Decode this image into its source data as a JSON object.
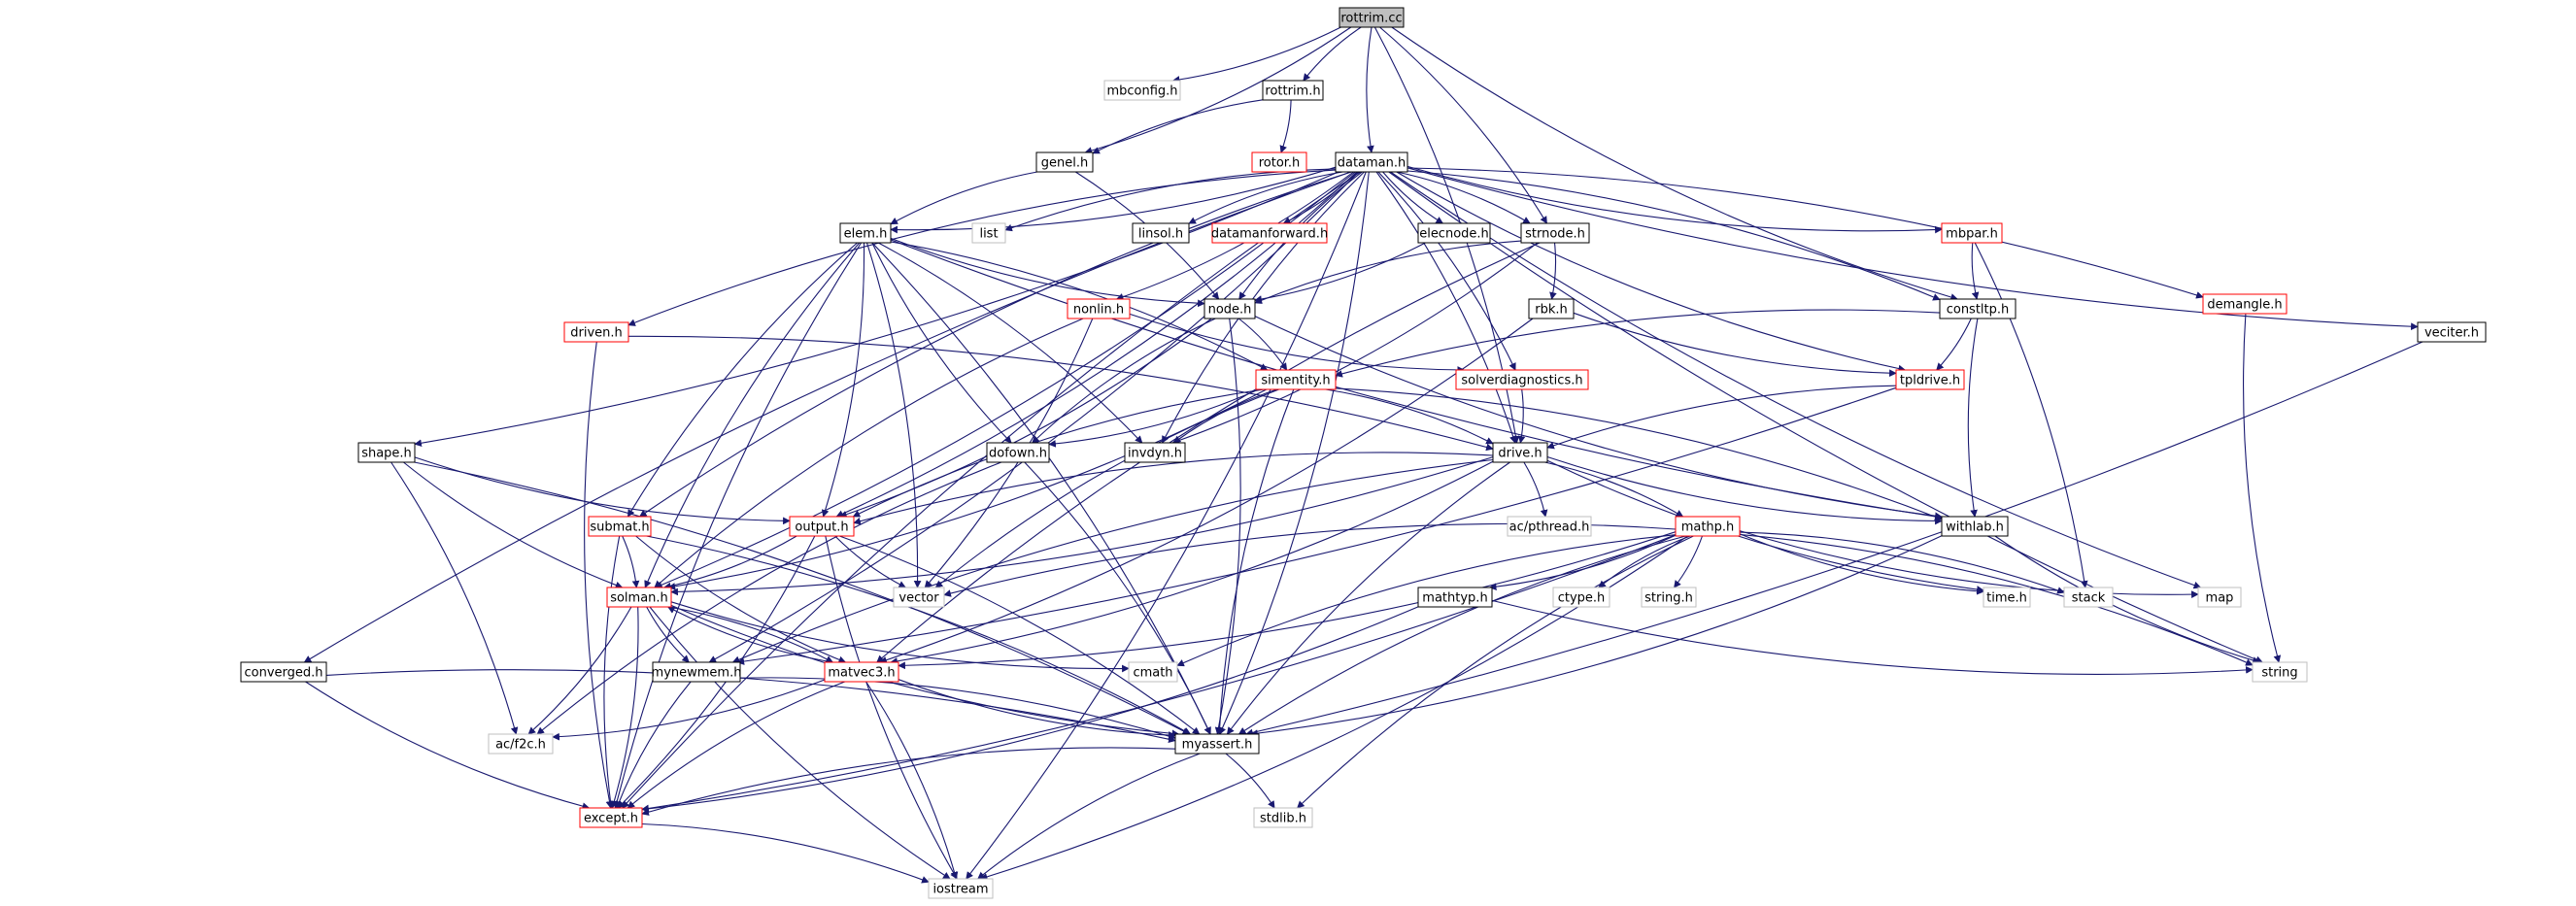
{
  "colors": {
    "edge": "#191970",
    "border_normal": "#000000",
    "border_red": "#ff0000",
    "border_gray": "#bfbfbf",
    "root_fill": "#bfbfbf"
  },
  "nodes": [
    {
      "id": "rottrim_cc",
      "label": "rottrim.cc",
      "style": "root"
    },
    {
      "id": "mbconfig_h",
      "label": "mbconfig.h",
      "style": "gray"
    },
    {
      "id": "rottrim_h",
      "label": "rottrim.h",
      "style": "normal"
    },
    {
      "id": "genel_h",
      "label": "genel.h",
      "style": "normal"
    },
    {
      "id": "rotor_h",
      "label": "rotor.h",
      "style": "red"
    },
    {
      "id": "dataman_h",
      "label": "dataman.h",
      "style": "normal"
    },
    {
      "id": "list",
      "label": "list",
      "style": "gray"
    },
    {
      "id": "elem_h",
      "label": "elem.h",
      "style": "normal"
    },
    {
      "id": "linsol_h",
      "label": "linsol.h",
      "style": "normal"
    },
    {
      "id": "datamanforward_h",
      "label": "datamanforward.h",
      "style": "red"
    },
    {
      "id": "elecnode_h",
      "label": "elecnode.h",
      "style": "normal"
    },
    {
      "id": "strnode_h",
      "label": "strnode.h",
      "style": "normal"
    },
    {
      "id": "mbpar_h",
      "label": "mbpar.h",
      "style": "red"
    },
    {
      "id": "demangle_h",
      "label": "demangle.h",
      "style": "red"
    },
    {
      "id": "veciter_h",
      "label": "veciter.h",
      "style": "normal"
    },
    {
      "id": "nonlin_h",
      "label": "nonlin.h",
      "style": "red"
    },
    {
      "id": "node_h",
      "label": "node.h",
      "style": "normal"
    },
    {
      "id": "rbk_h",
      "label": "rbk.h",
      "style": "normal"
    },
    {
      "id": "constltp_h",
      "label": "constltp.h",
      "style": "normal"
    },
    {
      "id": "driven_h",
      "label": "driven.h",
      "style": "red"
    },
    {
      "id": "simentity_h",
      "label": "simentity.h",
      "style": "red"
    },
    {
      "id": "solverdiagnostics_h",
      "label": "solverdiagnostics.h",
      "style": "red"
    },
    {
      "id": "tpldrive_h",
      "label": "tpldrive.h",
      "style": "red"
    },
    {
      "id": "shape_h",
      "label": "shape.h",
      "style": "normal"
    },
    {
      "id": "dofown_h",
      "label": "dofown.h",
      "style": "normal"
    },
    {
      "id": "invdyn_h",
      "label": "invdyn.h",
      "style": "normal"
    },
    {
      "id": "drive_h",
      "label": "drive.h",
      "style": "normal"
    },
    {
      "id": "submat_h",
      "label": "submat.h",
      "style": "red"
    },
    {
      "id": "output_h",
      "label": "output.h",
      "style": "red"
    },
    {
      "id": "ac_pthread_h",
      "label": "ac/pthread.h",
      "style": "gray"
    },
    {
      "id": "withlab_h",
      "label": "withlab.h",
      "style": "normal"
    },
    {
      "id": "mathp_h",
      "label": "mathp.h",
      "style": "red"
    },
    {
      "id": "vector",
      "label": "vector",
      "style": "gray"
    },
    {
      "id": "mathtyp_h",
      "label": "mathtyp.h",
      "style": "normal"
    },
    {
      "id": "ctype_h",
      "label": "ctype.h",
      "style": "gray"
    },
    {
      "id": "string_h",
      "label": "string.h",
      "style": "gray"
    },
    {
      "id": "time_h",
      "label": "time.h",
      "style": "gray"
    },
    {
      "id": "stack",
      "label": "stack",
      "style": "gray"
    },
    {
      "id": "map",
      "label": "map",
      "style": "gray"
    },
    {
      "id": "solman_h",
      "label": "solman.h",
      "style": "red"
    },
    {
      "id": "converged_h",
      "label": "converged.h",
      "style": "normal"
    },
    {
      "id": "mynewmem_h",
      "label": "mynewmem.h",
      "style": "normal"
    },
    {
      "id": "matvec3_h",
      "label": "matvec3.h",
      "style": "red"
    },
    {
      "id": "cmath",
      "label": "cmath",
      "style": "gray"
    },
    {
      "id": "string",
      "label": "string",
      "style": "gray"
    },
    {
      "id": "ac_f2c_h",
      "label": "ac/f2c.h",
      "style": "gray"
    },
    {
      "id": "myassert_h",
      "label": "myassert.h",
      "style": "normal"
    },
    {
      "id": "except_h",
      "label": "except.h",
      "style": "red"
    },
    {
      "id": "stdlib_h",
      "label": "stdlib.h",
      "style": "gray"
    },
    {
      "id": "iostream",
      "label": "iostream",
      "style": "gray"
    }
  ],
  "edges": [
    [
      "rottrim_cc",
      "mbconfig_h"
    ],
    [
      "rottrim_cc",
      "rottrim_h"
    ],
    [
      "rottrim_cc",
      "genel_h"
    ],
    [
      "rottrim_cc",
      "dataman_h"
    ],
    [
      "rottrim_cc",
      "strnode_h"
    ],
    [
      "rottrim_cc",
      "constltp_h"
    ],
    [
      "rottrim_cc",
      "drive_h"
    ],
    [
      "rottrim_h",
      "genel_h"
    ],
    [
      "rottrim_h",
      "rotor_h"
    ],
    [
      "genel_h",
      "elem_h"
    ],
    [
      "genel_h",
      "node_h"
    ],
    [
      "dataman_h",
      "list"
    ],
    [
      "dataman_h",
      "elem_h"
    ],
    [
      "dataman_h",
      "linsol_h"
    ],
    [
      "dataman_h",
      "datamanforward_h"
    ],
    [
      "dataman_h",
      "elecnode_h"
    ],
    [
      "dataman_h",
      "strnode_h"
    ],
    [
      "dataman_h",
      "mbpar_h"
    ],
    [
      "dataman_h",
      "demangle_h"
    ],
    [
      "dataman_h",
      "veciter_h"
    ],
    [
      "dataman_h",
      "nonlin_h"
    ],
    [
      "dataman_h",
      "node_h"
    ],
    [
      "dataman_h",
      "constltp_h"
    ],
    [
      "dataman_h",
      "driven_h"
    ],
    [
      "dataman_h",
      "solverdiagnostics_h"
    ],
    [
      "dataman_h",
      "tpldrive_h"
    ],
    [
      "dataman_h",
      "shape_h"
    ],
    [
      "dataman_h",
      "invdyn_h"
    ],
    [
      "dataman_h",
      "drive_h"
    ],
    [
      "dataman_h",
      "submat_h"
    ],
    [
      "dataman_h",
      "output_h"
    ],
    [
      "dataman_h",
      "map"
    ],
    [
      "dataman_h",
      "solman_h"
    ],
    [
      "dataman_h",
      "converged_h"
    ],
    [
      "dataman_h",
      "mynewmem_h"
    ],
    [
      "dataman_h",
      "string"
    ],
    [
      "dataman_h",
      "myassert_h"
    ],
    [
      "dataman_h",
      "except_h"
    ],
    [
      "dataman_h",
      "iostream"
    ],
    [
      "elem_h",
      "node_h"
    ],
    [
      "elem_h",
      "simentity_h"
    ],
    [
      "elem_h",
      "dofown_h"
    ],
    [
      "elem_h",
      "invdyn_h"
    ],
    [
      "elem_h",
      "submat_h"
    ],
    [
      "elem_h",
      "output_h"
    ],
    [
      "elem_h",
      "withlab_h"
    ],
    [
      "elem_h",
      "vector"
    ],
    [
      "elem_h",
      "solman_h"
    ],
    [
      "elem_h",
      "myassert_h"
    ],
    [
      "elem_h",
      "except_h"
    ],
    [
      "elecnode_h",
      "node_h"
    ],
    [
      "strnode_h",
      "node_h"
    ],
    [
      "strnode_h",
      "rbk_h"
    ],
    [
      "strnode_h",
      "matvec3_h"
    ],
    [
      "strnode_h",
      "invdyn_h"
    ],
    [
      "mbpar_h",
      "constltp_h"
    ],
    [
      "mbpar_h",
      "stack"
    ],
    [
      "demangle_h",
      "string"
    ],
    [
      "veciter_h",
      "myassert_h"
    ],
    [
      "nonlin_h",
      "solverdiagnostics_h"
    ],
    [
      "nonlin_h",
      "vector"
    ],
    [
      "nonlin_h",
      "solman_h"
    ],
    [
      "node_h",
      "simentity_h"
    ],
    [
      "node_h",
      "dofown_h"
    ],
    [
      "node_h",
      "output_h"
    ],
    [
      "node_h",
      "withlab_h"
    ],
    [
      "node_h",
      "myassert_h"
    ],
    [
      "rbk_h",
      "tpldrive_h"
    ],
    [
      "rbk_h",
      "matvec3_h"
    ],
    [
      "constltp_h",
      "simentity_h"
    ],
    [
      "constltp_h",
      "tpldrive_h"
    ],
    [
      "constltp_h",
      "withlab_h"
    ],
    [
      "driven_h",
      "drive_h"
    ],
    [
      "driven_h",
      "except_h"
    ],
    [
      "simentity_h",
      "dofown_h"
    ],
    [
      "simentity_h",
      "invdyn_h"
    ],
    [
      "simentity_h",
      "drive_h"
    ],
    [
      "simentity_h",
      "output_h"
    ],
    [
      "simentity_h",
      "withlab_h"
    ],
    [
      "simentity_h",
      "vector"
    ],
    [
      "simentity_h",
      "solman_h"
    ],
    [
      "simentity_h",
      "myassert_h"
    ],
    [
      "solverdiagnostics_h",
      "drive_h"
    ],
    [
      "tpldrive_h",
      "drive_h"
    ],
    [
      "tpldrive_h",
      "mynewmem_h"
    ],
    [
      "shape_h",
      "output_h"
    ],
    [
      "shape_h",
      "ac_f2c_h"
    ],
    [
      "shape_h",
      "solman_h"
    ],
    [
      "shape_h",
      "myassert_h"
    ],
    [
      "dofown_h",
      "ac_f2c_h"
    ],
    [
      "dofown_h",
      "myassert_h"
    ],
    [
      "drive_h",
      "output_h"
    ],
    [
      "drive_h",
      "ac_pthread_h"
    ],
    [
      "drive_h",
      "withlab_h"
    ],
    [
      "drive_h",
      "mathp_h"
    ],
    [
      "drive_h",
      "time_h"
    ],
    [
      "drive_h",
      "solman_h"
    ],
    [
      "drive_h",
      "mynewmem_h"
    ],
    [
      "drive_h",
      "matvec3_h"
    ],
    [
      "drive_h",
      "myassert_h"
    ],
    [
      "submat_h",
      "solman_h"
    ],
    [
      "submat_h",
      "matvec3_h"
    ],
    [
      "submat_h",
      "myassert_h"
    ],
    [
      "submat_h",
      "except_h"
    ],
    [
      "output_h",
      "solman_h"
    ],
    [
      "output_h",
      "vector"
    ],
    [
      "output_h",
      "myassert_h"
    ],
    [
      "output_h",
      "iostream"
    ],
    [
      "output_h",
      "except_h"
    ],
    [
      "withlab_h",
      "string"
    ],
    [
      "withlab_h",
      "myassert_h"
    ],
    [
      "mathp_h",
      "vector"
    ],
    [
      "mathp_h",
      "mathtyp_h"
    ],
    [
      "mathp_h",
      "ctype_h"
    ],
    [
      "mathp_h",
      "string_h"
    ],
    [
      "mathp_h",
      "time_h"
    ],
    [
      "mathp_h",
      "stack"
    ],
    [
      "mathp_h",
      "map"
    ],
    [
      "mathp_h",
      "string"
    ],
    [
      "mathp_h",
      "cmath"
    ],
    [
      "mathp_h",
      "matvec3_h"
    ],
    [
      "mathp_h",
      "myassert_h"
    ],
    [
      "mathp_h",
      "except_h"
    ],
    [
      "mathp_h",
      "stdlib_h"
    ],
    [
      "mathp_h",
      "iostream"
    ],
    [
      "mathtyp_h",
      "string"
    ],
    [
      "mathtyp_h",
      "except_h"
    ],
    [
      "solman_h",
      "mynewmem_h"
    ],
    [
      "solman_h",
      "matvec3_h"
    ],
    [
      "solman_h",
      "cmath"
    ],
    [
      "solman_h",
      "ac_f2c_h"
    ],
    [
      "solman_h",
      "myassert_h"
    ],
    [
      "solman_h",
      "except_h"
    ],
    [
      "solman_h",
      "iostream"
    ],
    [
      "converged_h",
      "myassert_h"
    ],
    [
      "converged_h",
      "except_h"
    ],
    [
      "mynewmem_h",
      "myassert_h"
    ],
    [
      "mynewmem_h",
      "except_h"
    ],
    [
      "matvec3_h",
      "solman_h"
    ],
    [
      "matvec3_h",
      "myassert_h"
    ],
    [
      "matvec3_h",
      "ac_f2c_h"
    ],
    [
      "matvec3_h",
      "except_h"
    ],
    [
      "matvec3_h",
      "iostream"
    ],
    [
      "myassert_h",
      "except_h"
    ],
    [
      "myassert_h",
      "stdlib_h"
    ],
    [
      "myassert_h",
      "iostream"
    ],
    [
      "except_h",
      "iostream"
    ]
  ]
}
